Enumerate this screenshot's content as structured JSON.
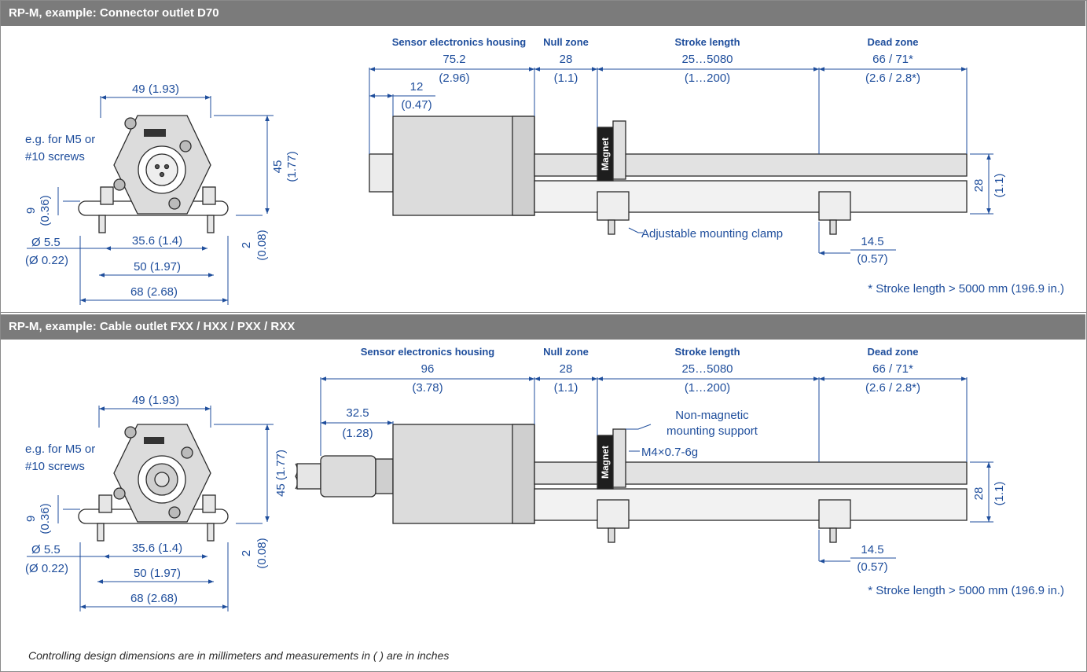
{
  "sections": [
    {
      "title": "RP-M, example: Connector outlet D70",
      "front": {
        "width_top": "49 (1.93)",
        "height_mm": "45",
        "height_in": "(1.77)",
        "screw_note_1": "e.g. for M5 or",
        "screw_note_2": "#10 screws",
        "base_mm": "9",
        "base_in": "(0.36)",
        "hole_mm": "Ø 5.5",
        "hole_in": "(Ø 0.22)",
        "inner": "35.6 (1.4)",
        "mid": "50 (1.97)",
        "overall": "68 (2.68)",
        "thk_mm": "2",
        "thk_in": "(0.08)"
      },
      "side": {
        "header_housing": "Sensor electronics housing",
        "header_null": "Null zone",
        "header_stroke": "Stroke length",
        "header_dead": "Dead zone",
        "housing_mm": "75.2",
        "housing_in": "(2.96)",
        "connector_mm": "12",
        "connector_in": "(0.47)",
        "null_mm": "28",
        "null_in": "(1.1)",
        "stroke_mm": "25…5080",
        "stroke_in": "(1…200)",
        "dead_mm": "66 / 71*",
        "dead_in": "(2.6 / 2.8*)",
        "height_mm": "28",
        "height_in": "(1.1)",
        "magnet": "Magnet",
        "clamp_label": "Adjustable mounting clamp",
        "end_mm": "14.5",
        "end_in": "(0.57)",
        "footnote": "* Stroke length > 5000 mm (196.9 in.)"
      }
    },
    {
      "title": "RP-M, example: Cable outlet FXX / HXX / PXX / RXX",
      "front": {
        "width_top": "49 (1.93)",
        "height": "45 (1.77)",
        "screw_note_1": "e.g. for M5 or",
        "screw_note_2": "#10 screws",
        "base_mm": "9",
        "base_in": "(0.36)",
        "hole_mm": "Ø 5.5",
        "hole_in": "(Ø 0.22)",
        "inner": "35.6 (1.4)",
        "mid": "50 (1.97)",
        "overall": "68 (2.68)",
        "thk_mm": "2",
        "thk_in": "(0.08)"
      },
      "side": {
        "header_housing": "Sensor electronics housing",
        "header_null": "Null zone",
        "header_stroke": "Stroke length",
        "header_dead": "Dead zone",
        "housing_mm": "96",
        "housing_in": "(3.78)",
        "cable_mm": "32.5",
        "cable_in": "(1.28)",
        "null_mm": "28",
        "null_in": "(1.1)",
        "stroke_mm": "25…5080",
        "stroke_in": "(1…200)",
        "dead_mm": "66 / 71*",
        "dead_in": "(2.6 / 2.8*)",
        "height_mm": "28",
        "height_in": "(1.1)",
        "magnet": "Magnet",
        "support_1": "Non-magnetic",
        "support_2": "mounting support",
        "thread": "M4×0.7-6g",
        "end_mm": "14.5",
        "end_in": "(0.57)",
        "footnote": "* Stroke length > 5000 mm (196.9 in.)"
      }
    }
  ],
  "footnote": "Controlling design dimensions are in millimeters and measurements in ( ) are in inches",
  "colors": {
    "header_bg": "#7b7b7b",
    "dimension": "#1f4e9c",
    "body_gray": "#d9d9d9"
  }
}
